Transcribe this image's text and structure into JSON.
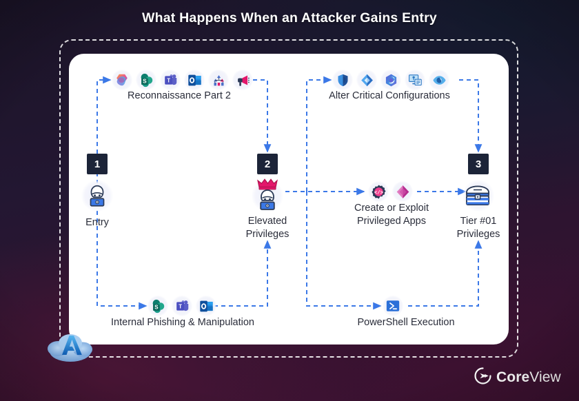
{
  "title": "What Happens When an Attacker Gains Entry",
  "colors": {
    "card_bg": "#ffffff",
    "badge_bg": "#1c2438",
    "connector": "#3b78e7",
    "frame_dash": "#ffffff",
    "label_text": "#2a2d3a",
    "accent_pink": "#e3176b"
  },
  "diagram": {
    "steps": [
      {
        "number": "1",
        "label": "Entry",
        "icon": "hacker-icon"
      },
      {
        "number": "2",
        "label": "Elevated\nPrivileges",
        "icon": "crowned-hacker-icon"
      },
      {
        "number": "3",
        "label": "Tier #01\nPrivileges",
        "icon": "treasure-chest-icon"
      }
    ],
    "activities": [
      {
        "id": "reconnaissance",
        "label": "Reconnaissance Part 2",
        "icons": [
          "microsoft-copilot-icon",
          "sharepoint-icon",
          "microsoft-teams-icon",
          "outlook-icon",
          "org-chart-icon",
          "megaphone-icon"
        ]
      },
      {
        "id": "alter-configurations",
        "label": "Alter Critical Configurations",
        "icons": [
          "defender-shield-icon",
          "entra-id-icon",
          "microsoft-365-icon",
          "remote-desktop-icon",
          "eye-icon"
        ]
      },
      {
        "id": "privileged-apps",
        "label": "Create or Exploit\nPrivileged Apps",
        "icons": [
          "app-registration-icon",
          "power-apps-icon"
        ]
      },
      {
        "id": "internal-phishing",
        "label": "Internal Phishing & Manipulation",
        "icons": [
          "sharepoint-icon",
          "microsoft-teams-icon",
          "outlook-icon"
        ]
      },
      {
        "id": "powershell",
        "label": "PowerShell Execution",
        "icons": [
          "powershell-icon"
        ]
      }
    ]
  },
  "branding": {
    "azure_logo": "azure-cloud-icon",
    "coreview_mark": "coreview-logo-icon",
    "coreview_name_bold": "Core",
    "coreview_name_light": "View"
  }
}
